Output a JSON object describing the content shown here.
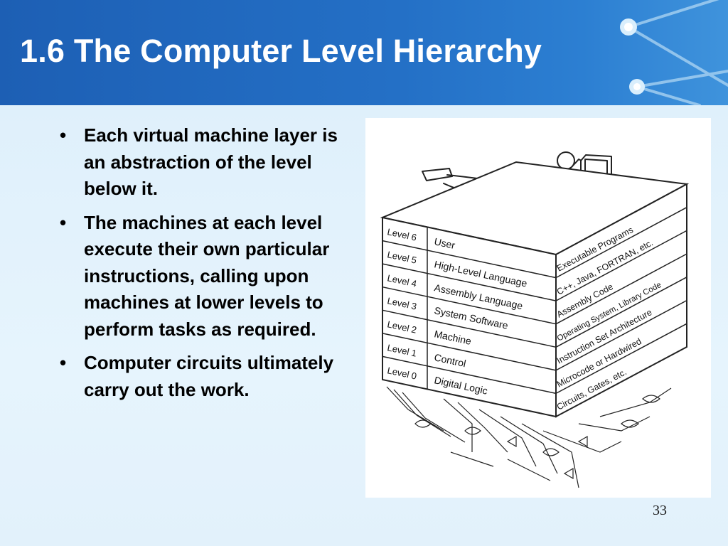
{
  "slide": {
    "title": "1.6 The Computer Level Hierarchy",
    "bullets": [
      "Each virtual machine layer is an abstraction of the level below it.",
      "The machines at each level execute their own particular instructions, calling upon machines at lower levels to perform tasks as required.",
      "Computer circuits ultimately carry out the work."
    ],
    "page_number": "33"
  },
  "figure": {
    "levels": [
      {
        "level": "Level 6",
        "name": "User",
        "side": "Executable Programs"
      },
      {
        "level": "Level 5",
        "name": "High-Level Language",
        "side": "C++, Java, FORTRAN, etc."
      },
      {
        "level": "Level 4",
        "name": "Assembly Language",
        "side": "Assembly Code"
      },
      {
        "level": "Level 3",
        "name": "System Software",
        "side": "Operating System, Library Code"
      },
      {
        "level": "Level 2",
        "name": "Machine",
        "side": "Instruction Set Architecture"
      },
      {
        "level": "Level 1",
        "name": "Control",
        "side": "Microcode or Hardwired"
      },
      {
        "level": "Level 0",
        "name": "Digital Logic",
        "side": "Circuits, Gates, etc."
      }
    ]
  },
  "colors": {
    "header_blue": "#1d5fb4",
    "content_background": "#e4f3fd",
    "title_text": "#ffffff"
  }
}
